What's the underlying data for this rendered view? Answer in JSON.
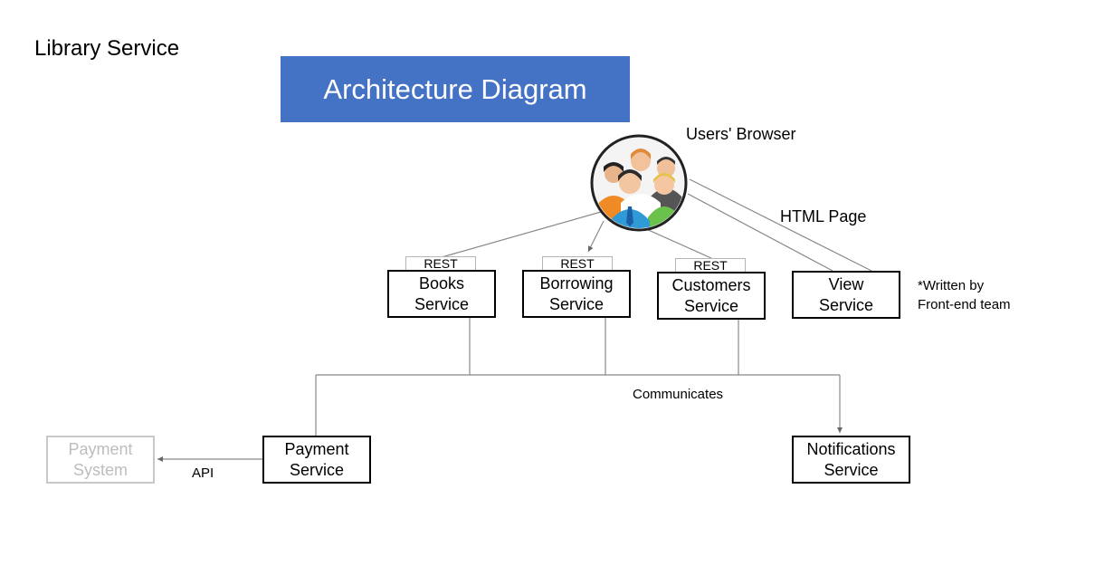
{
  "page_title": "Library Service",
  "banner_title": "Architecture Diagram",
  "users": {
    "label": "Users' Browser",
    "icon": "users-group-icon"
  },
  "html_page_label": "HTML Page",
  "rest_label": "REST",
  "services": {
    "books": [
      "Books",
      "Service"
    ],
    "borrowing": [
      "Borrowing",
      "Service"
    ],
    "customers": [
      "Customers",
      "Service"
    ],
    "view": [
      "View",
      "Service"
    ],
    "payment": [
      "Payment",
      "Service"
    ],
    "notifications": [
      "Notifications",
      "Service"
    ],
    "payment_system": [
      "Payment",
      "System"
    ]
  },
  "frontend_note": [
    "*Written by",
    "Front-end team"
  ],
  "communicates_label": "Communicates",
  "api_label": "API",
  "colors": {
    "banner": "#4472c4",
    "connector": "#888888",
    "faded": "#c8c8c8"
  }
}
